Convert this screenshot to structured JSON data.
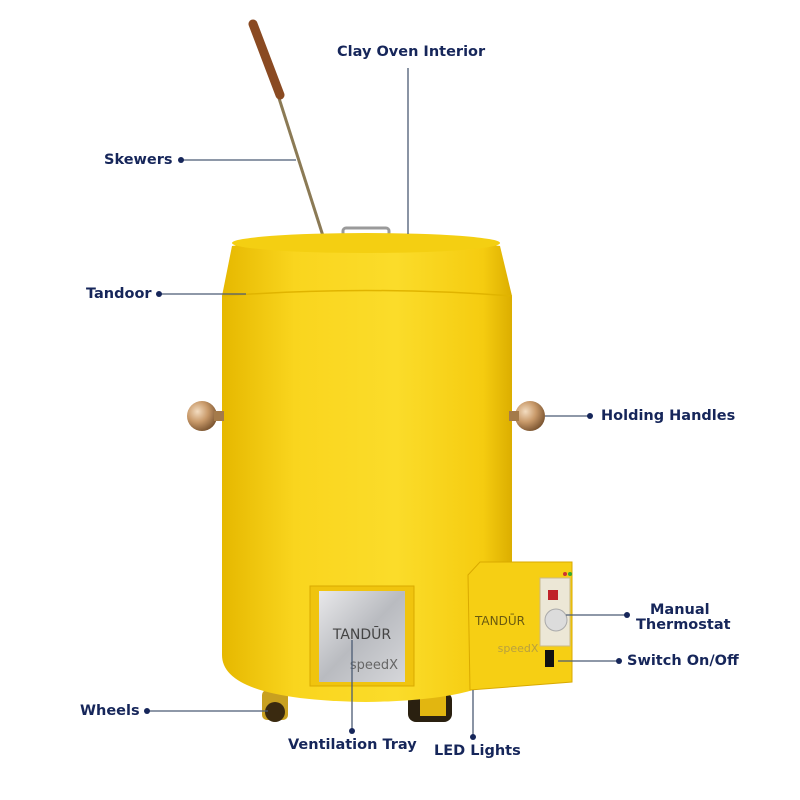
{
  "labels": {
    "clay_oven_interior": "Clay Oven Interior",
    "skewers": "Skewers",
    "tandoor": "Tandoor",
    "holding_handles": "Holding Handles",
    "manual_thermostat_line1": "Manual",
    "manual_thermostat_line2": "Thermostat",
    "switch": "Switch On/Off",
    "wheels": "Wheels",
    "ventilation_tray": "Ventilation Tray",
    "led_lights": "LED Lights"
  },
  "product": {
    "brand_name": "TANDŪR",
    "sub_brand": "speedX"
  },
  "colors": {
    "body": "#f7d51a",
    "label_text": "#16265a",
    "leader_line": "#4b5b74"
  }
}
